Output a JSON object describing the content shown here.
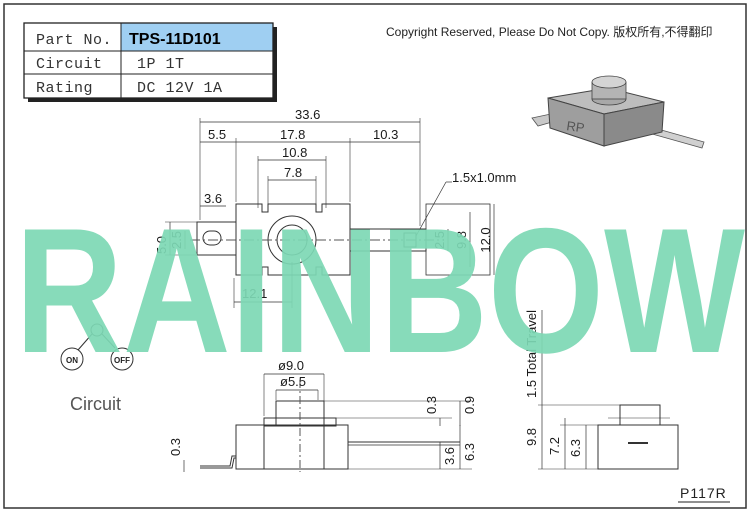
{
  "copyright": "Copyright Reserved, Please Do Not Copy. 版权所有,不得翻印",
  "spec_table": {
    "rows": [
      {
        "label": "Part No.",
        "value": "TPS-11D101"
      },
      {
        "label": "Circuit",
        "value": "1P 1T"
      },
      {
        "label": "Rating",
        "value": "DC 12V 1A"
      }
    ],
    "highlight_color": "#9fcff2"
  },
  "watermark": {
    "text": "RAINBOW",
    "color": "#7dd8b4"
  },
  "product_photo": {
    "logo": "RP"
  },
  "top_view": {
    "dims": {
      "overall_length": "33.6",
      "left_tab": "5.5",
      "body_length": "17.8",
      "right_tab": "10.3",
      "outer_cutout": "10.8",
      "inner_cutout": "7.8",
      "hole_width": "3.6",
      "slot": "1.5x1.0mm",
      "tab_height_outer": "5.0",
      "tab_height_inner": "2.5",
      "lead_height": "2.5",
      "body_height_inner": "9.8",
      "body_height_outer": "12.0",
      "center_offset": "12.1"
    }
  },
  "circuit": {
    "label": "Circuit",
    "on": "ON",
    "off": "OFF"
  },
  "front_view": {
    "dims": {
      "outer_diameter": "ø9.0",
      "button_diameter": "ø5.5",
      "lead_thickness": "0.3",
      "gap": "0.3",
      "button_height": "0.9",
      "lead_offset": "3.6",
      "body_height": "6.3"
    }
  },
  "side_view": {
    "dims": {
      "total_travel": "1.5 Total Travel",
      "overall_height": "9.8",
      "actuator_height": "7.2",
      "body_height": "6.3"
    }
  },
  "page_code": "P117R"
}
